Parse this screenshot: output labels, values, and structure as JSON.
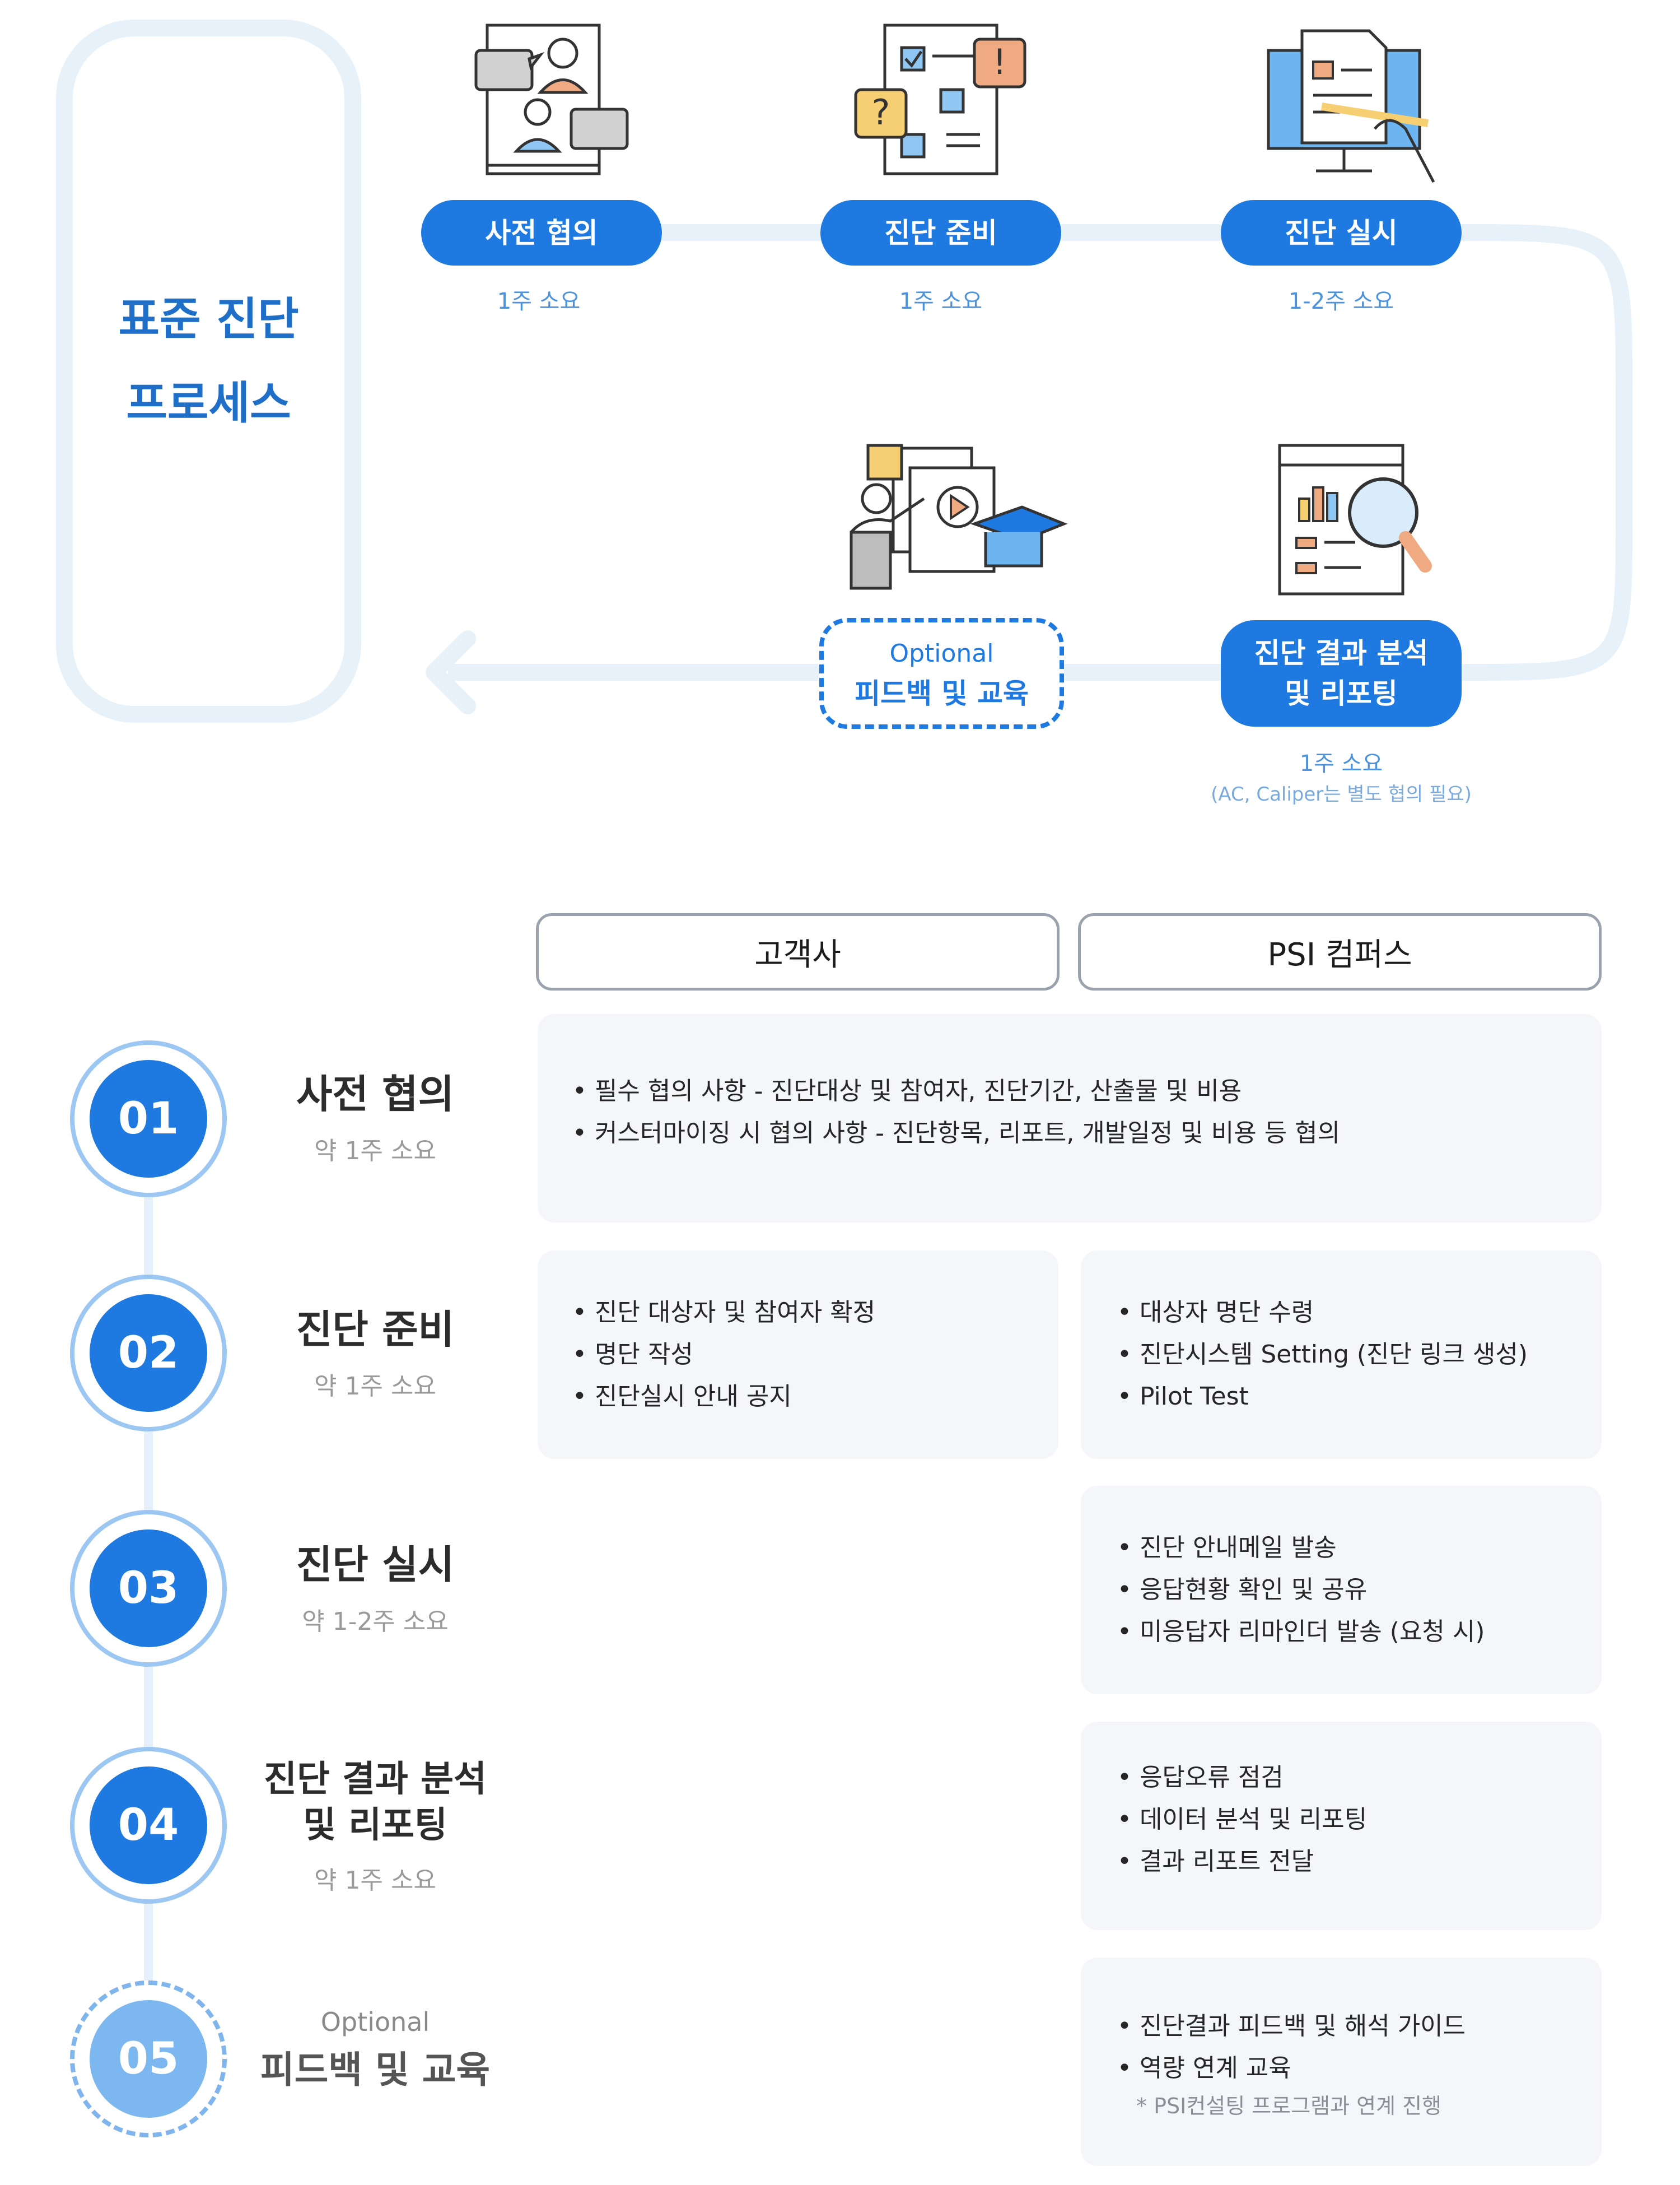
{
  "process": {
    "title_line1": "표준 진단",
    "title_line2": "프로세스",
    "steps": [
      {
        "label": "사전 협의",
        "duration": "1주 소요"
      },
      {
        "label": "진단 준비",
        "duration": "1주 소요"
      },
      {
        "label": "진단 실시",
        "duration": "1-2주 소요"
      },
      {
        "label_line1": "진단 결과 분석",
        "label_line2": "및 리포팅",
        "duration": "1주 소요",
        "note": "(AC, Caliper는 별도 협의 필요)"
      },
      {
        "optional": "Optional",
        "label": "피드백 및 교육"
      }
    ]
  },
  "table": {
    "headers": {
      "client": "고객사",
      "psi": "PSI 컴퍼스"
    },
    "rows": [
      {
        "number": "01",
        "title": "사전 협의",
        "duration": "약 1주 소요",
        "shared": [
          "필수 협의 사항 - 진단대상 및 참여자, 진단기간, 산출물 및 비용",
          "커스터마이징 시 협의 사항 - 진단항목, 리포트, 개발일정 및 비용 등 협의"
        ]
      },
      {
        "number": "02",
        "title": "진단 준비",
        "duration": "약 1주 소요",
        "client": [
          "진단 대상자 및 참여자 확정",
          "명단 작성",
          "진단실시 안내 공지"
        ],
        "psi": [
          "대상자 명단 수령",
          "진단시스템 Setting (진단 링크 생성)",
          "Pilot Test"
        ]
      },
      {
        "number": "03",
        "title": "진단 실시",
        "duration": "약 1-2주 소요",
        "psi": [
          "진단 안내메일 발송",
          "응답현황 확인 및 공유",
          "미응답자 리마인더 발송 (요청 시)"
        ]
      },
      {
        "number": "04",
        "title_line1": "진단 결과 분석",
        "title_line2": "및 리포팅",
        "duration": "약 1주 소요",
        "psi": [
          "응답오류 점검",
          "데이터 분석 및 리포팅",
          "결과 리포트 전달"
        ]
      },
      {
        "number": "05",
        "optional": "Optional",
        "title": "피드백 및 교육",
        "psi": [
          "진단결과 피드백 및 해석 가이드",
          "역량 연계 교육"
        ],
        "psi_note": "* PSI컨설팅 프로그램과 연계 진행"
      }
    ]
  },
  "colors": {
    "primary": "#1e7ae0",
    "track": "#e7f1fa",
    "title": "#1f6fc8",
    "card": "#f4f6f9"
  }
}
